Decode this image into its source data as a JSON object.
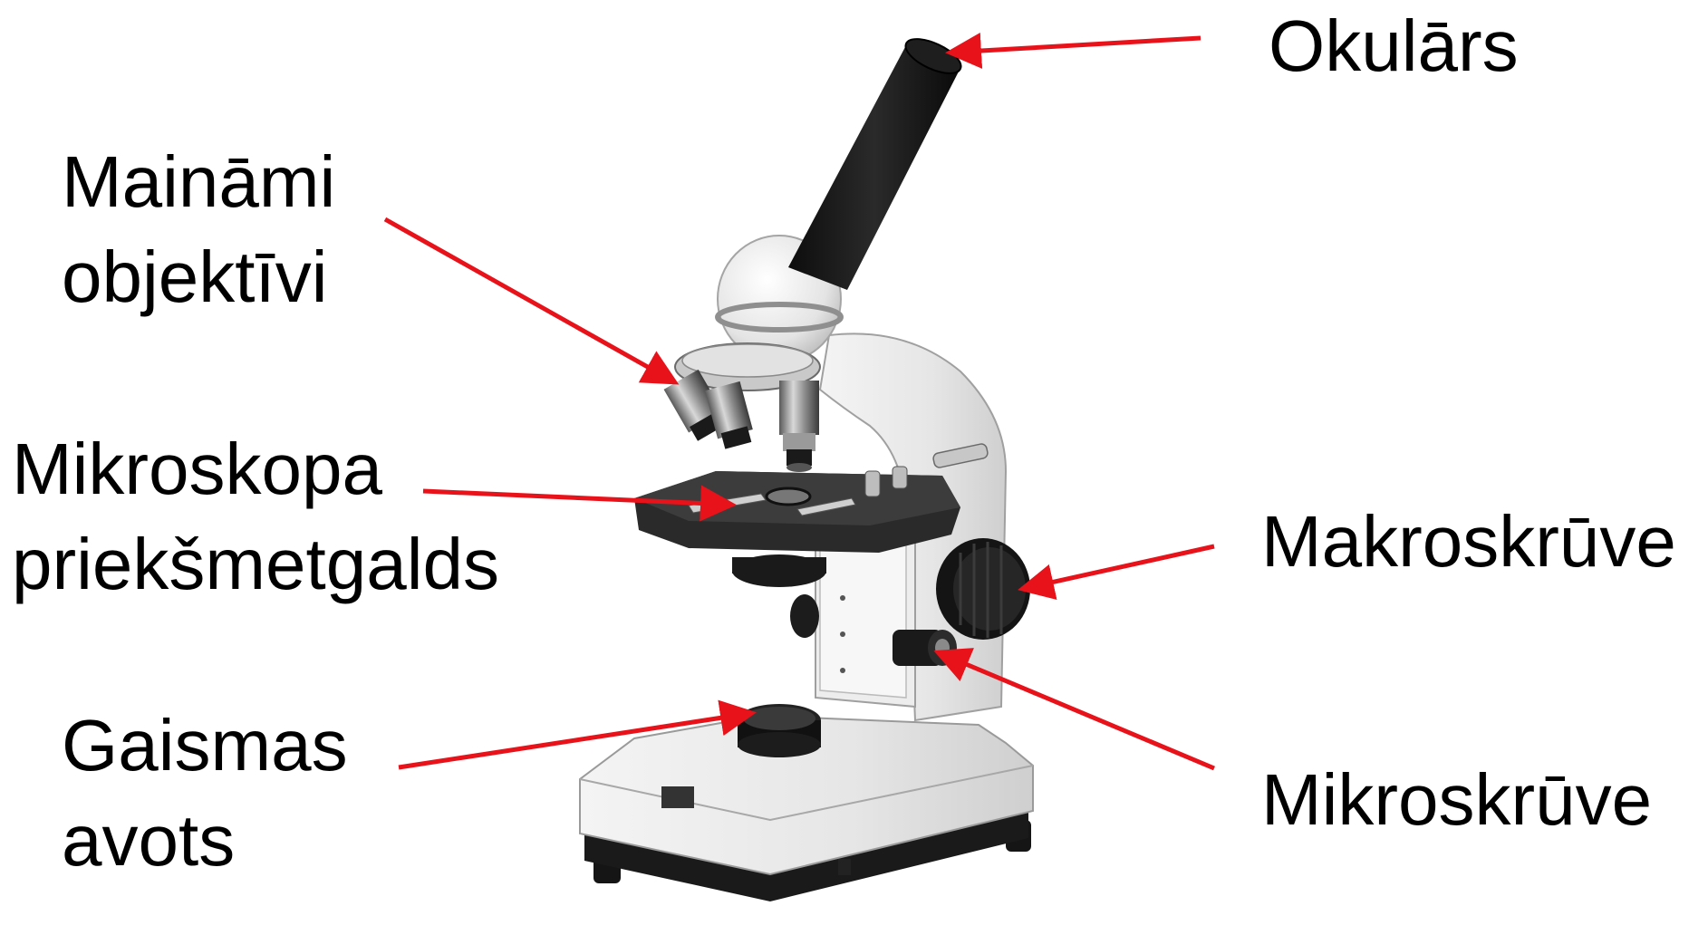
{
  "labels": {
    "okulars": "Okulārs",
    "objektivi_line1": "Maināmi",
    "objektivi_line2": "objektīvi",
    "galds_line1": "Mikroskopa",
    "galds_line2": "priekšmetgalds",
    "makroskruve": "Makroskrūve",
    "gaismas_line1": "Gaismas",
    "gaismas_line2": "avots",
    "mikroskruve": "Mikroskrūve"
  },
  "colors": {
    "arrow": "#e8121a",
    "text": "#000000",
    "background": "#ffffff"
  }
}
